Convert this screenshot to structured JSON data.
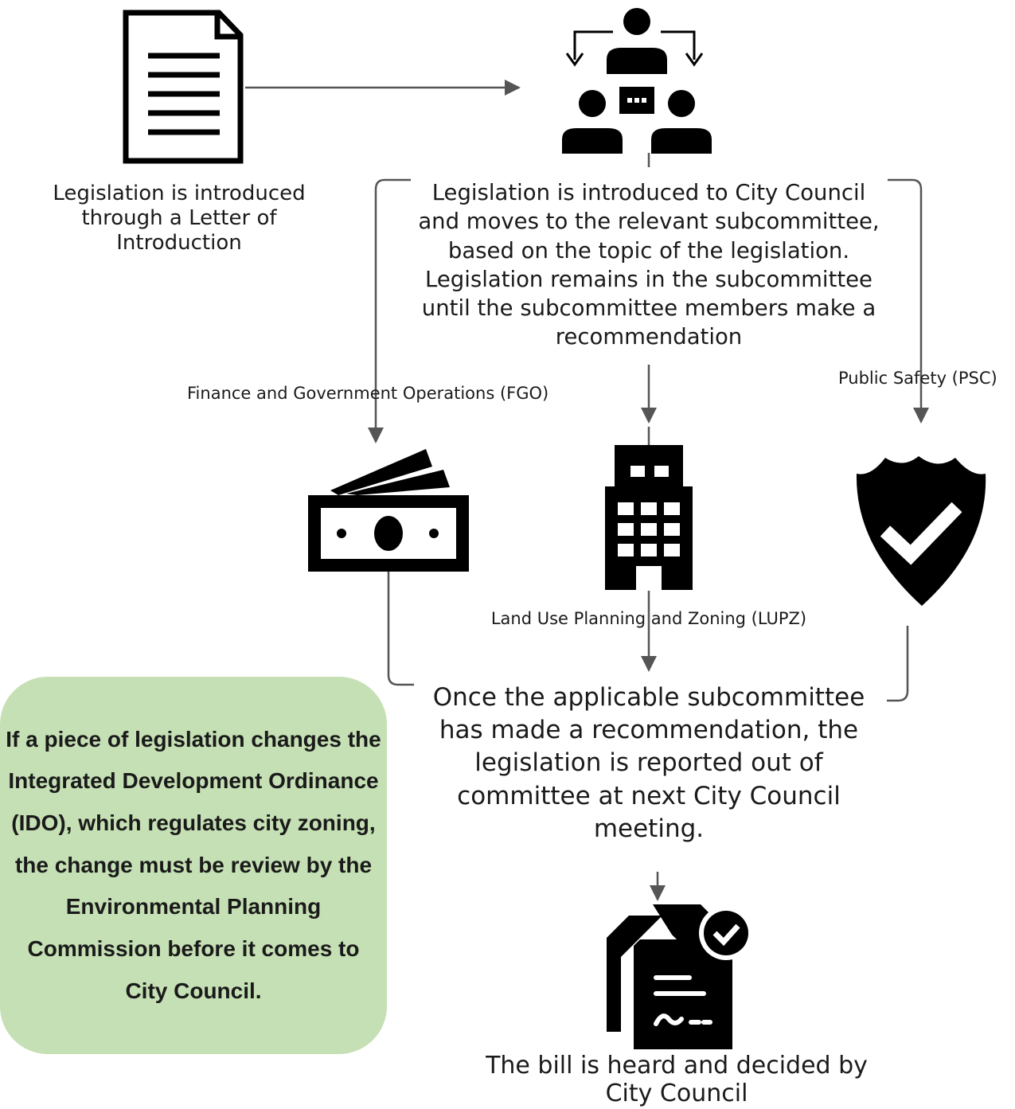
{
  "steps": {
    "introduction": "Legislation is introduced through a Letter of Introduction",
    "subcommittee": "Legislation is introduced to City Council and moves to the relevant subcommittee, based on the topic of the legislation. Legislation remains in the subcommittee until the subcommittee members make a recommendation",
    "reported_out": "Once the applicable subcommittee has made a recommendation, the legislation is reported out of committee at next City Council meeting.",
    "decision": "The bill is heard and decided by City Council"
  },
  "subcommittees": {
    "fgo": "Finance and Government Operations (FGO)",
    "psc": "Public Safety (PSC)",
    "lupz": "Land Use Planning and Zoning (LUPZ)"
  },
  "note": {
    "text": "If a piece of legislation changes the Integrated Development Ordinance (IDO), which regulates city zoning, the change must be review by the Environmental Planning Commission before it comes to City Council."
  },
  "icons": [
    "document-icon",
    "committee-icon",
    "money-icon",
    "building-icon",
    "shield-check-icon",
    "signed-document-icon"
  ],
  "colors": {
    "note_background": "#c5e0b4",
    "connector": "#555555",
    "icon": "#000000"
  }
}
